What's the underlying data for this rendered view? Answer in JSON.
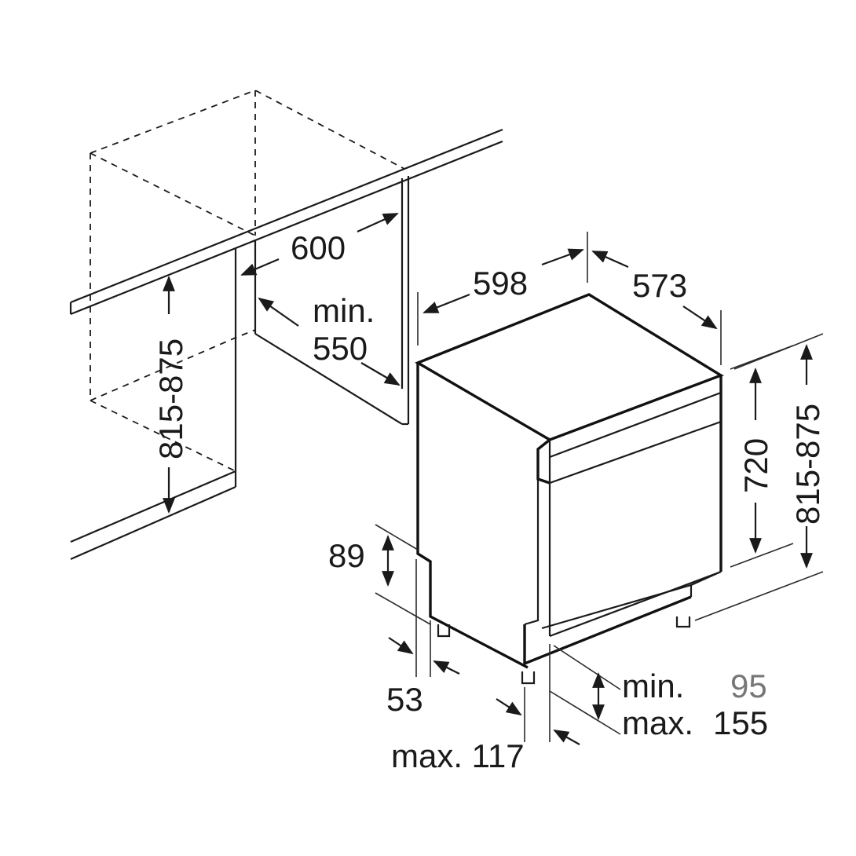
{
  "dimensions": {
    "niche_width": "600",
    "niche_depth_min": "min.",
    "niche_depth_value": "550",
    "niche_height": "815-875",
    "appliance_width": "598",
    "appliance_depth": "573",
    "appliance_body_height": "720",
    "appliance_total_height": "815-875",
    "plinth_height": "89",
    "foot_setback": "53",
    "door_overhang": "max. 117",
    "plinth_min_label": "min.",
    "plinth_min_value": "95",
    "plinth_max_label": "max.",
    "plinth_max_value": "155"
  },
  "colors": {
    "line": "#1a1a1a",
    "grey_text": "#777777"
  }
}
